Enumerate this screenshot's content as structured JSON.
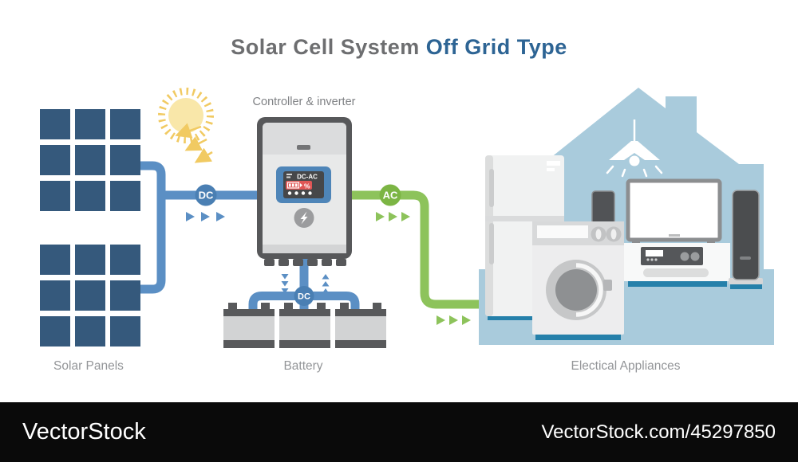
{
  "title": {
    "part1": "Solar Cell System",
    "part2": "Off Grid Type"
  },
  "diagram": {
    "component_labels": {
      "controller": "Controller & inverter",
      "solar_panels": "Solar Panels",
      "battery": "Battery",
      "appliances": "Electical Appliances"
    },
    "wire_badges": {
      "dc_from_panels": "DC",
      "dc_to_battery": "DC",
      "ac_to_house": "AC"
    },
    "inverter_screen": {
      "mode_label": "DC-AC",
      "percent_symbol": "%"
    }
  },
  "colors": {
    "panel_blue": "#35597c",
    "wire_dc_blue": "#5b8fc4",
    "badge_blue": "#4a7fb3",
    "wire_ac_green": "#8dc35b",
    "badge_green": "#7cb544",
    "house_blue": "#a9cbdc",
    "shadow_teal": "#2580aa",
    "sun_yellow": "#f1ca62",
    "screen_red": "#e05656",
    "dark_gray": "#58595b",
    "label_gray": "#939598",
    "title_gray": "#6d6e70",
    "title_blue": "#2d6494"
  },
  "watermark": {
    "brand": "VectorStock",
    "url_text": "VectorStock.com/45297850"
  }
}
